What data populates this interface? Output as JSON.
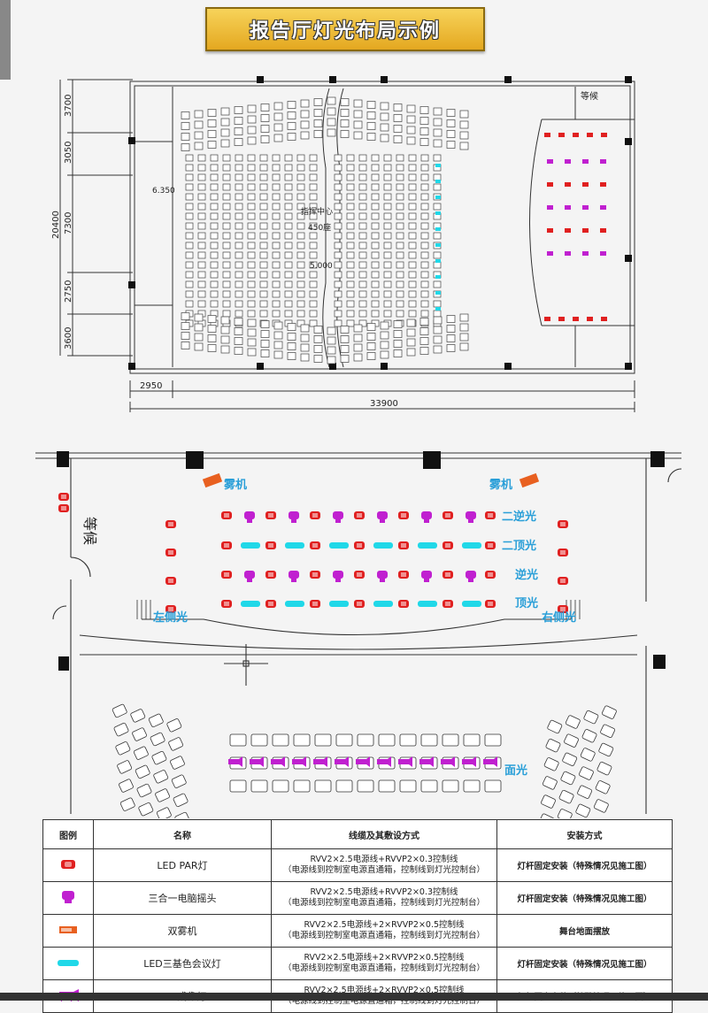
{
  "title": "报告厅灯光布局示例",
  "plan": {
    "dims_left": [
      "3700",
      "3050",
      "7300",
      "2750",
      "3600"
    ],
    "total_height": "20400",
    "dim_bottom_small": "2950",
    "dim_bottom_total": "33900",
    "waiting_label": "等候",
    "center_label_1": "指挥中心",
    "center_label_2": "450座",
    "elev_1": "6.350",
    "elev_2": "5.000"
  },
  "detail": {
    "waiting_label": "等候",
    "fog_left": "雾机",
    "fog_right": "雾机",
    "row_labels": [
      "二逆光",
      "二顶光",
      "逆光",
      "顶光"
    ],
    "side_left": "左侧光",
    "side_right": "右侧光",
    "face_light": "面光"
  },
  "legend": {
    "headers": [
      "图例",
      "名称",
      "线缆及其敷设方式",
      "安装方式"
    ],
    "rows": [
      {
        "icon": "led-par-icon",
        "name": "LED PAR灯",
        "cable_1": "RVV2×2.5电源线+RVVP2×0.3控制线",
        "cable_2": "（电源线到控制室电源直通箱，控制线到灯光控制台）",
        "install": "灯杆固定安装（特殊情况见施工图）"
      },
      {
        "icon": "moving-head-icon",
        "name": "三合一电脑摇头",
        "cable_1": "RVV2×2.5电源线+RVVP2×0.3控制线",
        "cable_2": "（电源线到控制室电源直通箱，控制线到灯光控制台）",
        "install": "灯杆固定安装（特殊情况见施工图）"
      },
      {
        "icon": "fog-machine-icon",
        "name": "双雾机",
        "cable_1": "RVV2×2.5电源线+2×RVVP2×0.5控制线",
        "cable_2": "（电源线到控制室电源直通箱，控制线到灯光控制台）",
        "install": "舞台地面摆放"
      },
      {
        "icon": "tricolor-light-icon",
        "name": "LED三基色会议灯",
        "cable_1": "RVV2×2.5电源线+2×RVVP2×0.5控制线",
        "cable_2": "（电源线到控制室电源直通箱，控制线到灯光控制台）",
        "install": "灯杆固定安装（特殊情况见施工图）"
      },
      {
        "icon": "imaging-light-icon",
        "name": "LED成像灯",
        "cable_1": "RVV2×2.5电源线+2×RVVP2×0.5控制线",
        "cable_2": "（电源线到控制室电源直通箱，控制线到灯光控制台）",
        "install": "灯杆固定安装（特殊情况见施工图）"
      }
    ]
  },
  "colors": {
    "red": "#e02020",
    "magenta": "#c020d0",
    "cyan": "#20d8e8",
    "blue_label": "#2a9fd8",
    "gold": "#e8b020"
  }
}
